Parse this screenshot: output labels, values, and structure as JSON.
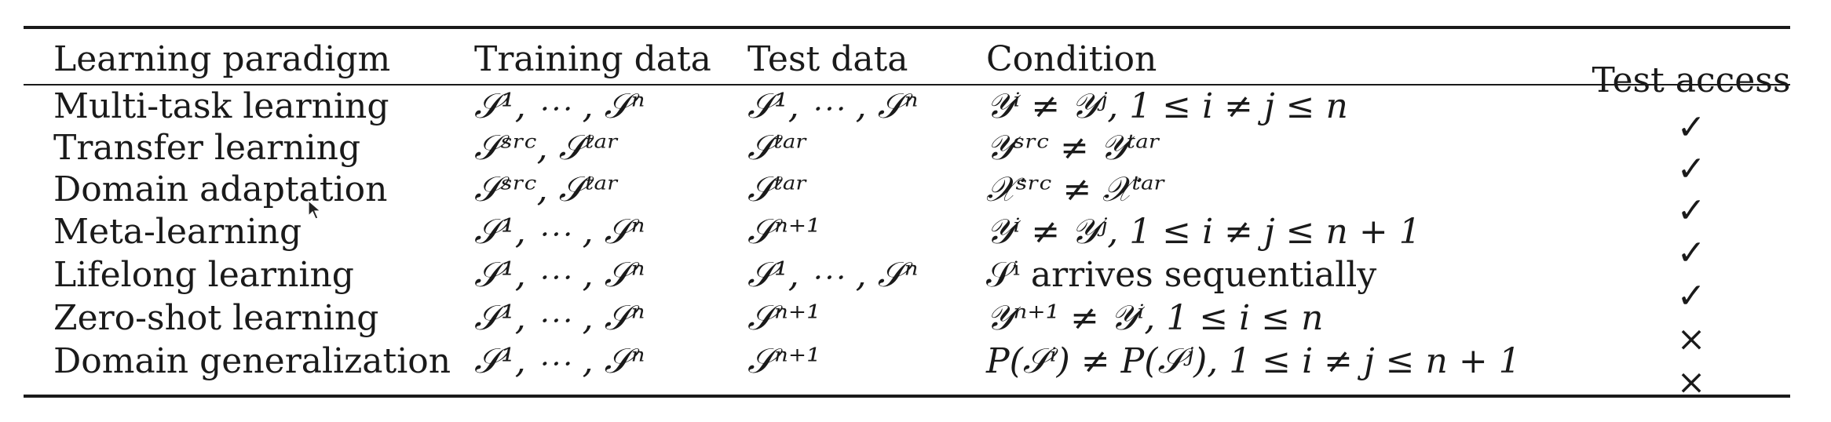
{
  "table": {
    "headers": [
      "Learning paradigm",
      "Training data",
      "Test data",
      "Condition",
      "Test access"
    ],
    "rows": [
      {
        "paradigm": "Multi-task learning",
        "training": "𝒮¹, ⋯ , 𝒮ⁿ",
        "test": "𝒮¹, ⋯ , 𝒮ⁿ",
        "condition": "𝒴ⁱ ≠ 𝒴ʲ, 1 ≤ i ≠ j ≤ n",
        "access": "✓"
      },
      {
        "paradigm": "Transfer learning",
        "training": "𝒮ˢʳᶜ, 𝒮ᵗᵃʳ",
        "test": "𝒮ᵗᵃʳ",
        "condition": "𝒴ˢʳᶜ ≠ 𝒴ᵗᵃʳ",
        "access": "✓"
      },
      {
        "paradigm": "Domain adaptation",
        "training": "𝒮ˢʳᶜ, 𝒮ᵗᵃʳ",
        "test": "𝒮ᵗᵃʳ",
        "condition": "𝒳ˢʳᶜ ≠ 𝒳ᵗᵃʳ",
        "access": "✓"
      },
      {
        "paradigm": "Meta-learning",
        "training": "𝒮¹, ⋯ , 𝒮ⁿ",
        "test": "𝒮ⁿ⁺¹",
        "condition": "𝒴ⁱ ≠ 𝒴ʲ, 1 ≤ i ≠ j ≤ n + 1",
        "access": "✓"
      },
      {
        "paradigm": "Lifelong learning",
        "training": "𝒮¹, ⋯ , 𝒮ⁿ",
        "test": "𝒮¹, ⋯ , 𝒮ⁿ",
        "condition": "𝒮ⁱ arrives sequentially",
        "access": "✓"
      },
      {
        "paradigm": "Zero-shot learning",
        "training": "𝒮¹, ⋯ , 𝒮ⁿ",
        "test": "𝒮ⁿ⁺¹",
        "condition": "𝒴ⁿ⁺¹ ≠ 𝒴ⁱ, 1 ≤ i ≤ n",
        "access": "×"
      },
      {
        "paradigm": "Domain generalization",
        "training": "𝒮¹, ⋯ , 𝒮ⁿ",
        "test": "𝒮ⁿ⁺¹",
        "condition": "P(𝒮ⁱ) ≠ P(𝒮ʲ), 1 ≤ i ≠ j ≤ n + 1",
        "access": "×"
      }
    ]
  }
}
